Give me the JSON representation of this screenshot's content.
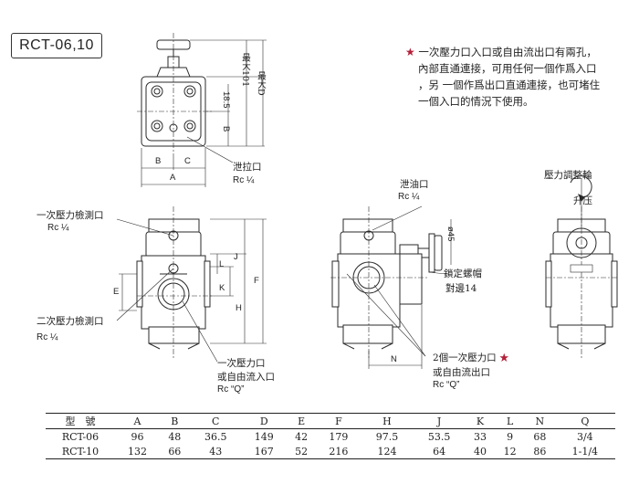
{
  "model_title": "RCT-06,10",
  "note": {
    "lines": [
      "一次壓力口入口或自由流出口有兩孔，",
      "內部直通連接，可用任何一個作爲入口",
      "，另 一個作爲出口直通連接，也可堵住",
      "一個入口的情況下使用。"
    ]
  },
  "labels": {
    "drain_port": "泄拉口",
    "drain_size": "Rc ¼",
    "pressure_adjust_wheel": "壓力調整輪",
    "rise": "升压",
    "drain_port_2": "泄油口",
    "drain_size_2": "Rc ¼",
    "primary_gauge_port": "一次壓力檢測口",
    "primary_gauge_size": "Rc ¼",
    "secondary_gauge_port": "二次壓力檢測口",
    "secondary_gauge_size": "Rc ¼",
    "lock_nut": "鎖定螺帽",
    "across_flats": "對邊14",
    "primary_inlet": "一次壓力口",
    "free_flow_inlet": "或自由流入口",
    "inlet_size": "Rc “Q”",
    "two_primary_ports": "2個一次壓力口",
    "free_flow_outlet": "或自由流出口",
    "outlet_size": "Rc “Q”",
    "max_101": "最大101",
    "max_d": "最大D",
    "phi45": "ø45"
  },
  "dims": {
    "top_a": "A",
    "top_b": "B",
    "top_c": "C",
    "top_185": "18.5",
    "top_b_v": "B",
    "front_e": "E",
    "front_j": "J",
    "front_l": "L",
    "front_k": "K",
    "front_h": "H",
    "front_f": "F",
    "side_n": "N"
  },
  "table": {
    "headers": [
      "型　號",
      "A",
      "B",
      "C",
      "D",
      "E",
      "F",
      "H",
      "J",
      "K",
      "L",
      "N",
      "Q"
    ],
    "rows": [
      [
        "RCT-06",
        "96",
        "48",
        "36.5",
        "149",
        "42",
        "179",
        "97.5",
        "53.5",
        "33",
        "9",
        "68",
        "3/4"
      ],
      [
        "RCT-10",
        "132",
        "66",
        "43",
        "167",
        "52",
        "216",
        "124",
        "64",
        "40",
        "12",
        "86",
        "1-1/4"
      ]
    ]
  },
  "colors": {
    "accent_star": "#b3213a",
    "line": "#2a2a2a"
  }
}
